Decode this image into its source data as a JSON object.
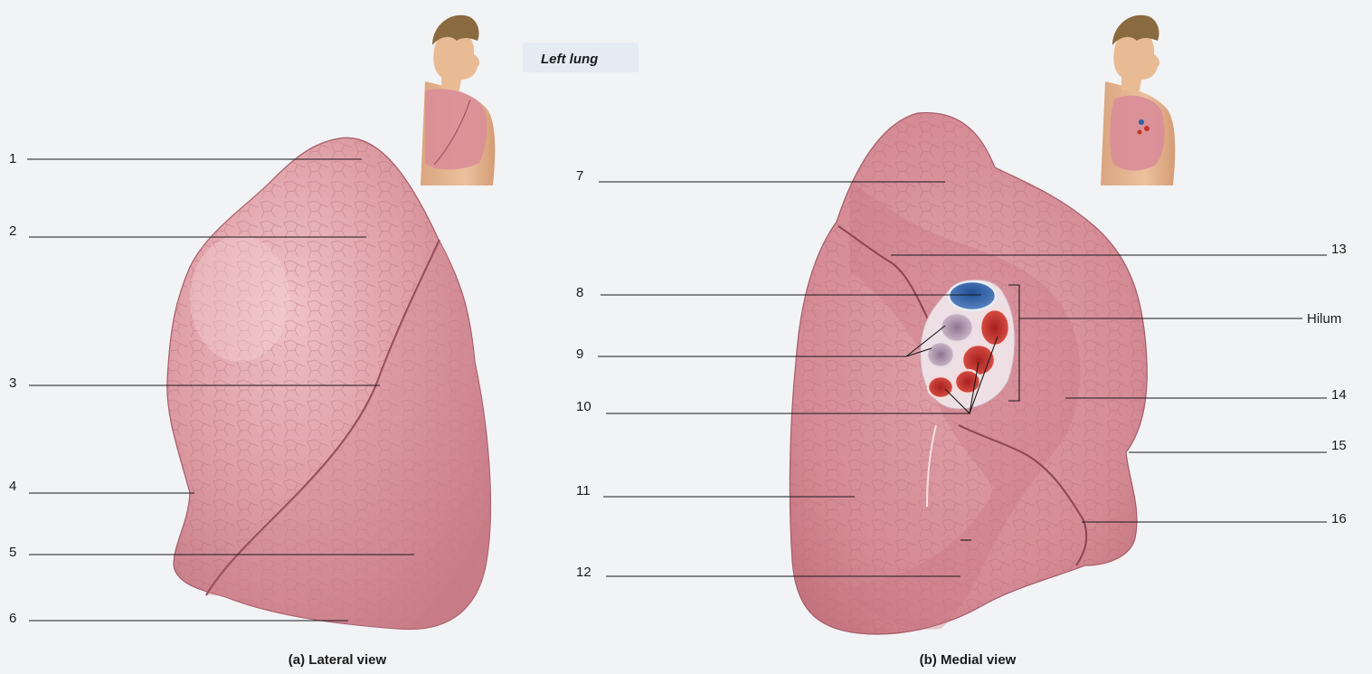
{
  "title_tag": "Left lung",
  "captions": {
    "lateral": "(a) Lateral view",
    "medial": "(b) Medial view"
  },
  "labels": {
    "l1": "1",
    "l2": "2",
    "l3": "3",
    "l4": "4",
    "l5": "5",
    "l6": "6",
    "l7": "7",
    "l8": "8",
    "l9": "9",
    "l10": "10",
    "l11": "11",
    "l12": "12",
    "l13": "13",
    "l14": "14",
    "l15": "15",
    "l16": "16",
    "hilum": "Hilum"
  },
  "colors": {
    "background": "#f2f3f5",
    "lung": "#d98e98",
    "lung_dark": "#b86470",
    "vein_blue": "#2f5fa3",
    "artery_red": "#c8322c",
    "bronchus": "#b9a0b3",
    "skin": "#e3b48f",
    "hair": "#8a6a3f"
  }
}
